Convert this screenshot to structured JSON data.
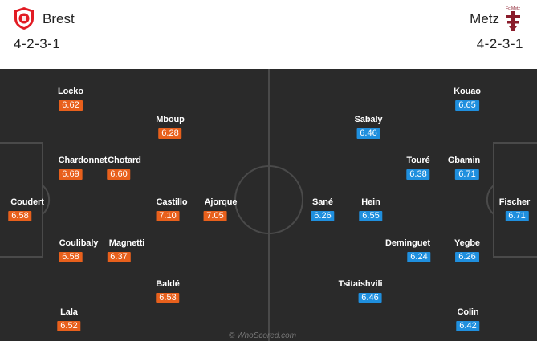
{
  "home": {
    "name": "Brest",
    "formation": "4-2-3-1",
    "crest_icon": "brest-crest-icon",
    "color": "#e8601c",
    "players": [
      {
        "name": "Locko",
        "rating": "6.62"
      },
      {
        "name": "Mboup",
        "rating": "6.28"
      },
      {
        "name": "Chardonnet",
        "rating": "6.69"
      },
      {
        "name": "Chotard",
        "rating": "6.60"
      },
      {
        "name": "Coudert",
        "rating": "6.58"
      },
      {
        "name": "Castillo",
        "rating": "7.10"
      },
      {
        "name": "Ajorque",
        "rating": "7.05"
      },
      {
        "name": "Coulibaly",
        "rating": "6.58"
      },
      {
        "name": "Magnetti",
        "rating": "6.37"
      },
      {
        "name": "Baldé",
        "rating": "6.53"
      },
      {
        "name": "Lala",
        "rating": "6.52"
      }
    ]
  },
  "away": {
    "name": "Metz",
    "formation": "4-2-3-1",
    "crest_icon": "metz-crest-icon",
    "crest_text": "Fc Metz",
    "color": "#1f8fde",
    "players": [
      {
        "name": "Kouao",
        "rating": "6.65"
      },
      {
        "name": "Sabaly",
        "rating": "6.46"
      },
      {
        "name": "Touré",
        "rating": "6.38"
      },
      {
        "name": "Gbamin",
        "rating": "6.71"
      },
      {
        "name": "Fischer",
        "rating": "6.71"
      },
      {
        "name": "Sané",
        "rating": "6.26"
      },
      {
        "name": "Hein",
        "rating": "6.55"
      },
      {
        "name": "Deminguet",
        "rating": "6.24"
      },
      {
        "name": "Yegbe",
        "rating": "6.26"
      },
      {
        "name": "Tsitaishvili",
        "rating": "6.46"
      },
      {
        "name": "Colin",
        "rating": "6.42"
      }
    ]
  },
  "watermark": "© WhoScored.com"
}
